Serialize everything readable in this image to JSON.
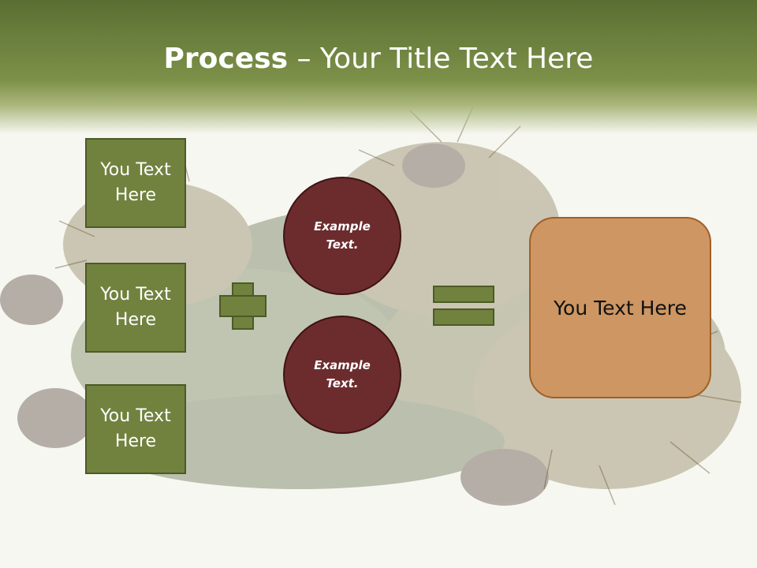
{
  "title": {
    "bold": "Process",
    "rest": " – Your Title Text Here"
  },
  "inputs": [
    {
      "label": "You Text Here"
    },
    {
      "label": "You Text Here"
    },
    {
      "label": "You Text Here"
    }
  ],
  "circles": [
    {
      "label": "Example Text."
    },
    {
      "label": "Example Text."
    }
  ],
  "result": {
    "label": "You Text Here"
  },
  "colors": {
    "header_green": "#7d9149",
    "box_green": "#71823f",
    "circle_maroon": "#6c2c2e",
    "result_tan": "#cd9662"
  },
  "background": "chestnut-burrs-photo"
}
